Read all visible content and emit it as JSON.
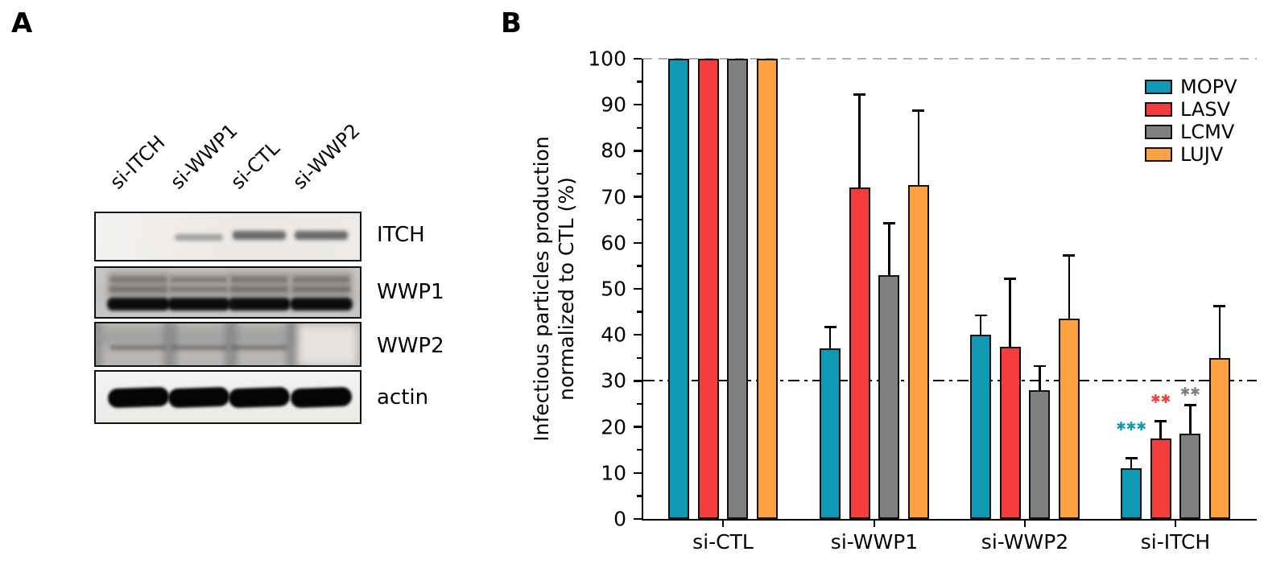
{
  "figure": {
    "panel_a_label": "A",
    "panel_b_label": "B"
  },
  "panel_a": {
    "lane_labels": [
      "si-ITCH",
      "si-WWP1",
      "si-CTL",
      "si-WWP2"
    ],
    "rows": [
      {
        "label": "ITCH",
        "bands": [
          "none",
          "faint",
          "medium",
          "medium"
        ]
      },
      {
        "label": "WWP1",
        "bands": [
          "strong",
          "strong",
          "strong",
          "strong"
        ]
      },
      {
        "label": "WWP2",
        "bands": [
          "faint",
          "faint",
          "faint",
          "none"
        ]
      },
      {
        "label": "actin",
        "bands": [
          "strong",
          "strong",
          "strong",
          "strong"
        ]
      }
    ]
  },
  "chart_data": {
    "type": "bar",
    "title": "",
    "xlabel": "",
    "ylabel_lines": [
      "Infectious particles production",
      "normalized to CTL (%)"
    ],
    "categories": [
      "si-CTL",
      "si-WWP1",
      "si-WWP2",
      "si-ITCH"
    ],
    "series": [
      {
        "name": "MOPV",
        "color": "#1099b5",
        "values": [
          100,
          37,
          40,
          11
        ],
        "errors_plus": [
          0,
          4.5,
          4,
          2
        ]
      },
      {
        "name": "LASV",
        "color": "#f53d3d",
        "values": [
          100,
          72,
          37.5,
          17.5
        ],
        "errors_plus": [
          0,
          20,
          14.5,
          3.5
        ]
      },
      {
        "name": "LCMV",
        "color": "#808080",
        "values": [
          100,
          53,
          28,
          18.5
        ],
        "errors_plus": [
          0,
          11,
          5,
          6
        ]
      },
      {
        "name": "LUJV",
        "color": "#fda03f",
        "values": [
          100,
          72.5,
          43.5,
          35
        ],
        "errors_plus": [
          0,
          16,
          13.5,
          11
        ]
      }
    ],
    "ylim": [
      0,
      100
    ],
    "yticks": [
      0,
      10,
      20,
      30,
      40,
      50,
      60,
      70,
      80,
      90,
      100
    ],
    "minor_tick_step": 5,
    "grid": false,
    "legend_position": "upper-right",
    "reference_lines": [
      {
        "y": 100,
        "style": "dashed",
        "color": "#b0b0b0"
      },
      {
        "y": 30,
        "style": "dash-dot",
        "color": "#000000"
      }
    ],
    "annotations": [
      {
        "category": "si-ITCH",
        "series": "MOPV",
        "stars": 3,
        "text": "✱✱✱"
      },
      {
        "category": "si-ITCH",
        "series": "LASV",
        "stars": 2,
        "text": "✱✱"
      },
      {
        "category": "si-ITCH",
        "series": "LCMV",
        "stars": 2,
        "text": "✱✱"
      }
    ]
  }
}
